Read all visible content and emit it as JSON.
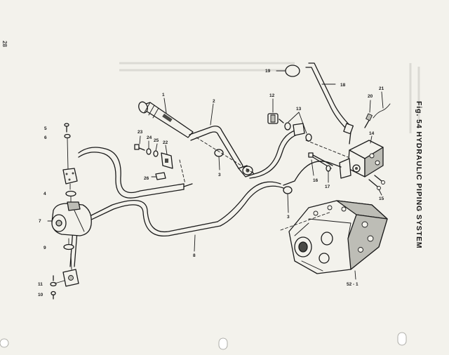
{
  "page_number": "28",
  "figure_title": "Fig. 54  HYDRAULIC PIPING SYSTEM",
  "part_labels": {
    "l1": "1",
    "l2": "2",
    "l3a": "3",
    "l3b": "3",
    "l4": "4",
    "l5": "5",
    "l6": "6",
    "l7": "7",
    "l8": "8",
    "l9": "9",
    "l10": "10",
    "l11": "11",
    "l12": "12",
    "l13": "13",
    "l14": "14",
    "l15": "15",
    "l16": "16",
    "l17": "17",
    "l18": "18",
    "l19": "19",
    "l20": "20",
    "l21": "21",
    "l22": "22",
    "l23": "23",
    "l24": "24",
    "l25": "25",
    "l26": "26",
    "l52": "52 - 1"
  }
}
